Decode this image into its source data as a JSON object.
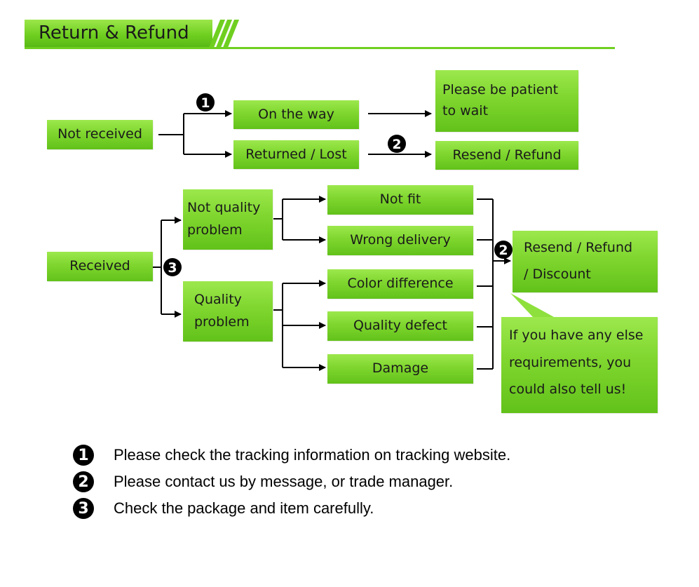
{
  "header": {
    "title": "Return & Refund"
  },
  "not_received": {
    "start": "Not received",
    "on_the_way": "On the way",
    "returned_lost": "Returned / Lost",
    "patient_line1": "Please be patient",
    "patient_line2": "to wait",
    "resend_refund": "Resend / Refund",
    "step_top": "1",
    "step_bottom": "2"
  },
  "received": {
    "start": "Received",
    "step": "3",
    "not_quality_line1": "Not quality",
    "not_quality_line2": "problem",
    "quality_line1": "Quality",
    "quality_line2": "problem",
    "not_fit": "Not fit",
    "wrong_delivery": "Wrong delivery",
    "color_difference": "Color difference",
    "quality_defect": "Quality defect",
    "damage": "Damage",
    "step_result": "2",
    "result_line1": "Resend / Refund",
    "result_line2": "/ Discount",
    "note_line1": "If you have any else",
    "note_line2": "requirements, you",
    "note_line3": "could also tell us!"
  },
  "legend": [
    {
      "num": "1",
      "text": "Please check the tracking information on tracking website."
    },
    {
      "num": "2",
      "text": "Please contact us by message, or trade manager."
    },
    {
      "num": "3",
      "text": "Check the package and item carefully."
    }
  ],
  "colors": {
    "green": "#7fd62e",
    "header_green": "#6fcf20",
    "text": "#1a1a1a"
  }
}
